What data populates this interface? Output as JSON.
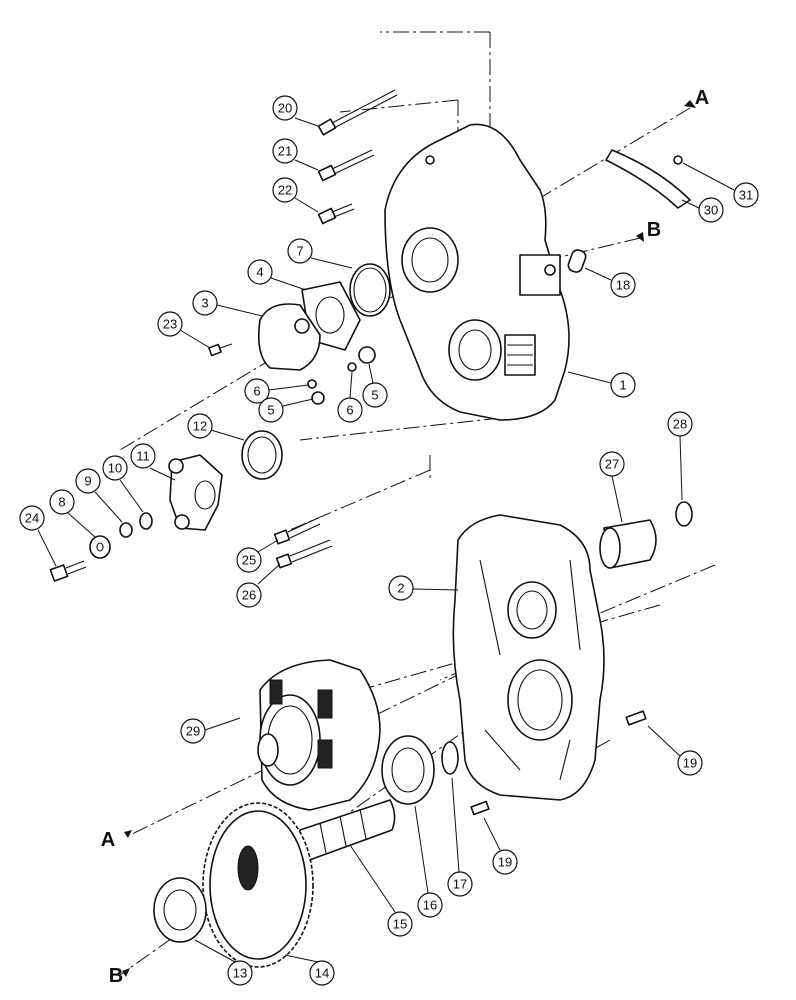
{
  "diagram": {
    "section_labels": [
      "A",
      "B",
      "A",
      "B"
    ],
    "callouts": [
      "20",
      "21",
      "22",
      "7",
      "4",
      "3",
      "23",
      "6",
      "5",
      "6",
      "5",
      "1",
      "18",
      "30",
      "31",
      "12",
      "11",
      "10",
      "9",
      "8",
      "24",
      "25",
      "26",
      "2",
      "27",
      "28",
      "29",
      "19",
      "19",
      "17",
      "16",
      "15",
      "14",
      "13"
    ]
  }
}
